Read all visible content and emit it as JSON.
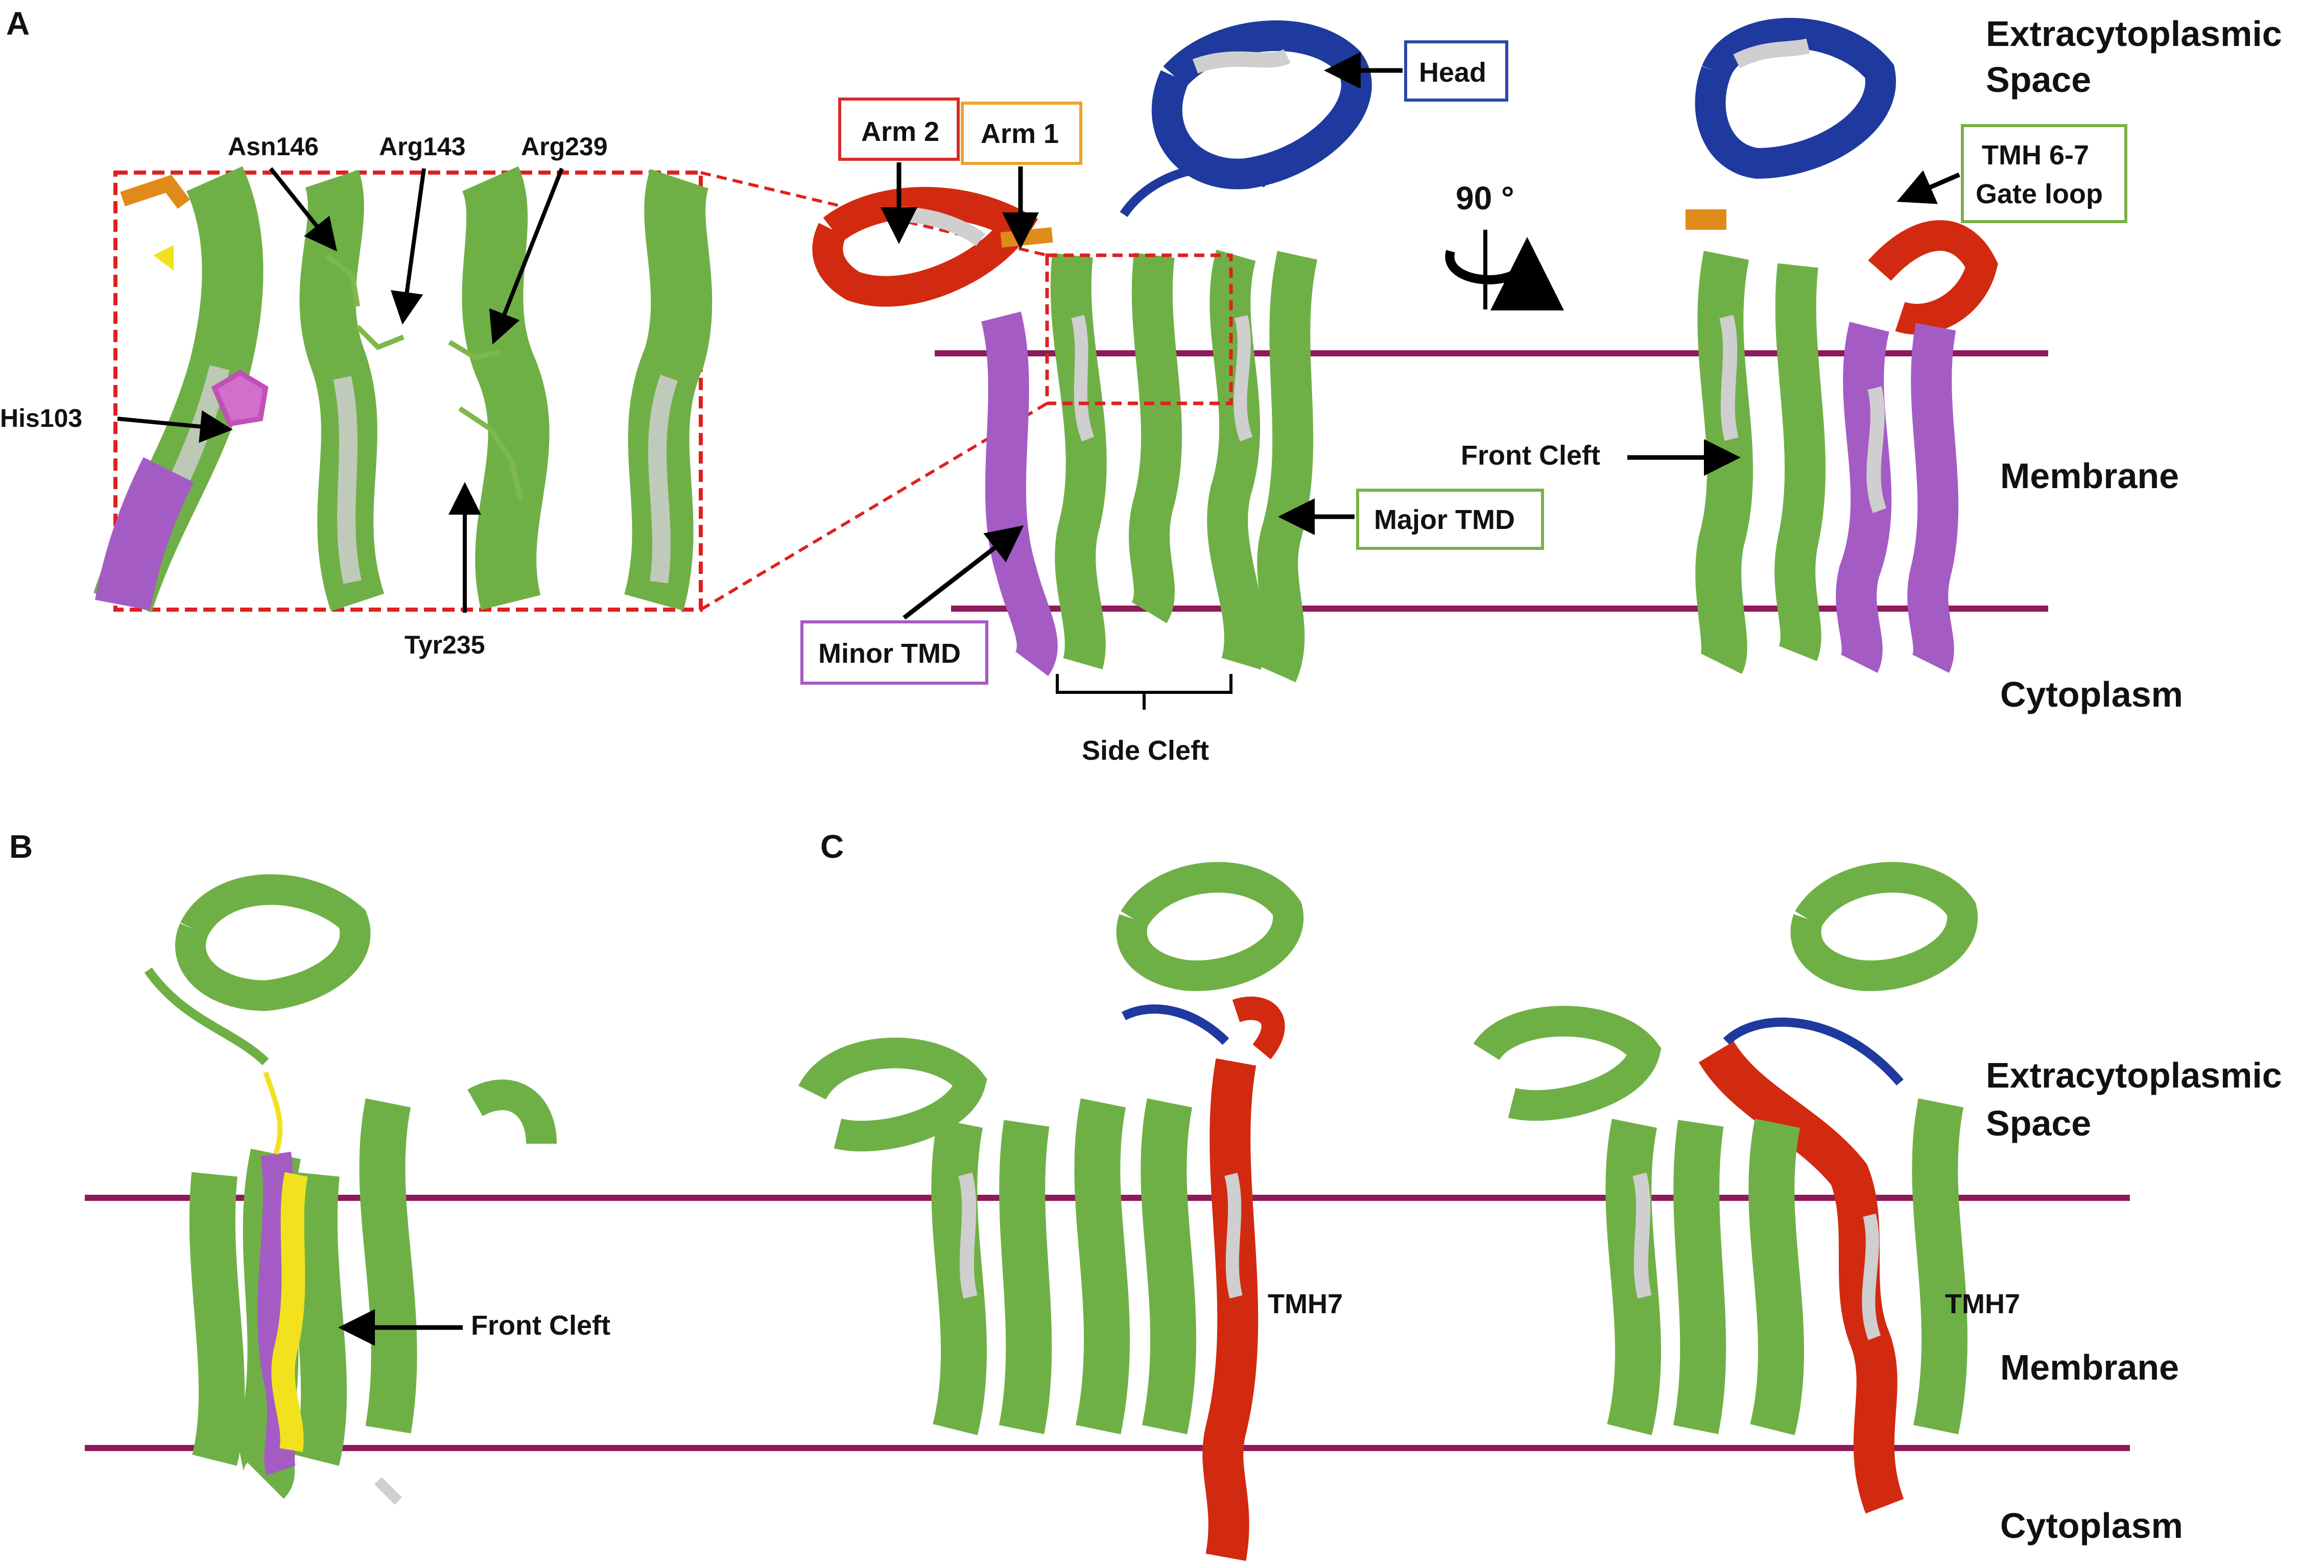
{
  "panels": {
    "a": "A",
    "b": "B",
    "c": "C"
  },
  "inset": {
    "asn": "Asn146",
    "arg143": "Arg143",
    "arg239": "Arg239",
    "his": "His103",
    "tyr": "Tyr235"
  },
  "callouts": {
    "arm2": "Arm 2",
    "arm1": "Arm 1",
    "head": "Head",
    "gate_line1": "TMH 6-7",
    "gate_line2": "Gate loop",
    "major_tmd": "Major TMD",
    "minor_tmd": "Minor TMD",
    "side_cleft": "Side Cleft",
    "front_cleft_a": "Front Cleft",
    "front_cleft_b": "Front Cleft",
    "rotation": "90 °",
    "tmh7_left": "TMH7",
    "tmh7_right": "TMH7"
  },
  "regions": {
    "extra_a_1": "Extracytoplasmic",
    "extra_a_2": "Space",
    "membrane_a": "Membrane",
    "cyto_a": "Cytoplasm",
    "extra_c_1": "Extracytoplasmic",
    "extra_c_2": "Space",
    "membrane_c": "Membrane",
    "cyto_c": "Cytoplasm"
  },
  "colors": {
    "membrane_line": "#8e1a5a",
    "helix_green": "#6fb046",
    "helix_grey": "#cfcfcf",
    "helix_purple": "#a45cc4",
    "helix_red": "#d22a10",
    "loop_blue": "#1e3a9e",
    "arm1_orange": "#e08a1a",
    "helix_yellow": "#f2e21e",
    "helix_pink": "#d89ab8",
    "inset_border": "#e02020",
    "box_red": "#d62b2b",
    "box_orange": "#f0a22c",
    "box_blue": "#2b48a8",
    "box_green": "#7cb04a",
    "box_purple": "#a55ac0"
  }
}
